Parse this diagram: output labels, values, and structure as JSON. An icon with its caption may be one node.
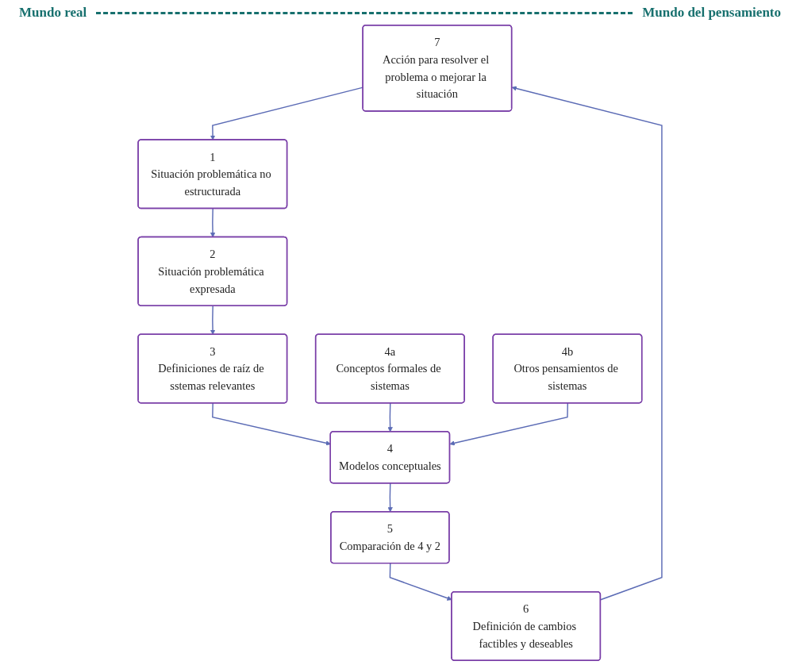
{
  "diagram": {
    "nodes": [
      {
        "text": [
          "7",
          "Acción para resolver el problema o mejorar la situación"
        ]
      },
      {
        "text": [
          "1",
          "Situación problemática no estructurada"
        ]
      },
      {
        "text": [
          "6",
          "Definición de cambios factibles y deseables"
        ]
      },
      {
        "text": [
          "2",
          "Situación problemática expresada"
        ]
      },
      {
        "text": [
          "5",
          "Comparación de 4 y 2"
        ]
      },
      {
        "text": [
          "3",
          "Definiciones de raíz de sstemas relevantes"
        ]
      },
      {
        "text": [
          "4",
          "Modelos conceptuales"
        ]
      },
      {
        "text": [
          "4a",
          "Conceptos formales de sistemas"
        ]
      },
      {
        "text": [
          "4b",
          "Otros pensamientos de sistemas"
        ]
      }
    ],
    "edges": [
      {
        "from": 0,
        "to": 1,
        "arrow": "to"
      },
      {
        "from": 1,
        "to": 3,
        "arrow": "to"
      },
      {
        "from": 3,
        "to": 5,
        "arrow": "to"
      },
      {
        "from": 5,
        "to": 6,
        "arrow": "to"
      },
      {
        "from": 7,
        "to": 6,
        "arrow": "to"
      },
      {
        "from": 8,
        "to": 6,
        "arrow": "to"
      },
      {
        "from": 6,
        "to": 4,
        "arrow": "to"
      },
      {
        "from": 4,
        "to": 2,
        "arrow": "to"
      },
      {
        "from": 2,
        "to": 0,
        "arrow": "to"
      }
    ],
    "labels": [
      "Mundo real",
      "Mundo del pensamiento"
    ]
  }
}
